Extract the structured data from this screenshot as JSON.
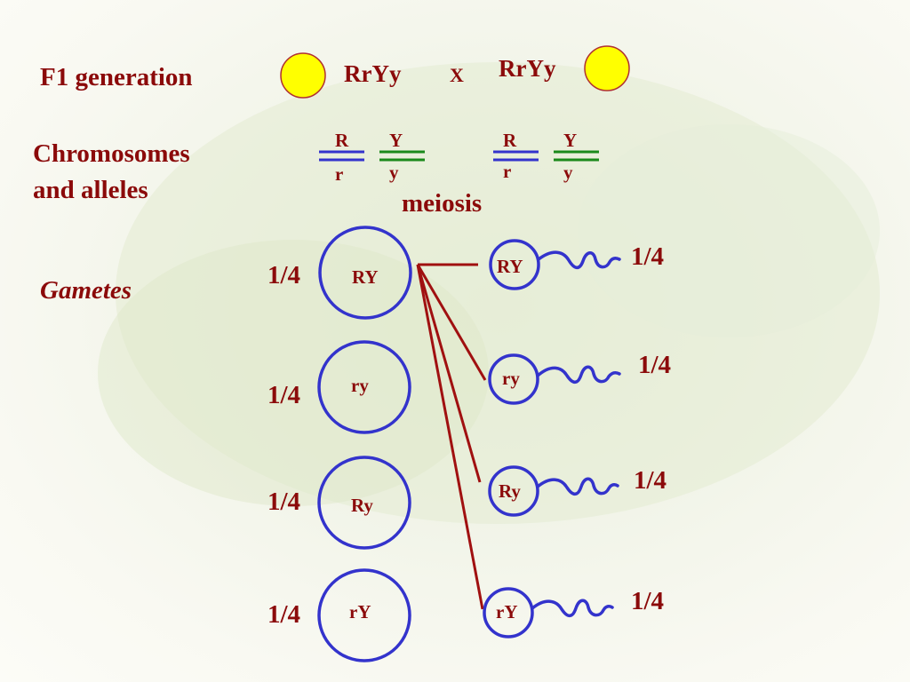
{
  "labels": {
    "f1_generation": "F1 generation",
    "chromosomes_and_alleles": [
      "Chromosomes",
      "and alleles"
    ],
    "gametes": "Gametes",
    "meiosis": "meiosis"
  },
  "cross": {
    "left_genotype": "RrYy",
    "cross_symbol": "X",
    "right_genotype": "RrYy"
  },
  "chromosomes": [
    {
      "top_allele_r": "R",
      "bottom_allele_r": "r",
      "top_allele_y": "Y",
      "bottom_allele_y": "y"
    },
    {
      "top_allele_r": "R",
      "bottom_allele_r": "r",
      "top_allele_y": "Y",
      "bottom_allele_y": "y"
    }
  ],
  "gametes": [
    {
      "genotype": "RY",
      "fraction": "1/4"
    },
    {
      "genotype": "ry",
      "fraction": "1/4"
    },
    {
      "genotype": "Ry",
      "fraction": "1/4"
    },
    {
      "genotype": "rY",
      "fraction": "1/4"
    }
  ],
  "sperm": [
    {
      "genotype": "RY",
      "fraction": "1/4"
    },
    {
      "genotype": "ry",
      "fraction": "1/4"
    },
    {
      "genotype": "Ry",
      "fraction": "1/4"
    },
    {
      "genotype": "rY",
      "fraction": "1/4"
    }
  ],
  "colors": {
    "text_dark": "#8b0a0a",
    "text_blue": "#1f1fae",
    "circle_blue": "#3333cc",
    "chromosome_blue": "#3333cc",
    "chromosome_green": "#1a8a1a",
    "connector_line": "#a01010",
    "pea_fill": "#ffff00",
    "pea_outline": "#b03030"
  }
}
